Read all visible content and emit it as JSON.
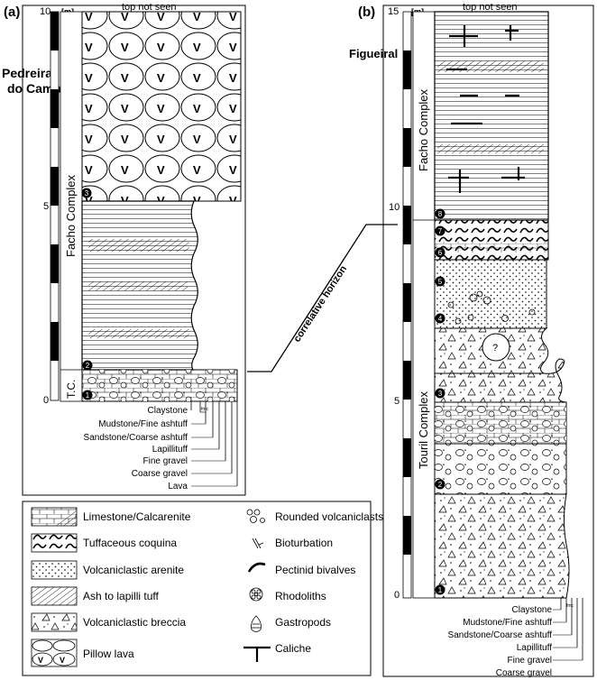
{
  "panel_a": {
    "label": "(a)",
    "location": "Pedreira do Campo",
    "location_line1": "Pedreira",
    "location_line2": "do Campo",
    "top_note": "top not seen",
    "unit": "[m]",
    "scale_ticks": [
      "10",
      "5",
      "0"
    ],
    "formation_upper": "Facho Complex",
    "formation_lower": "T.C.",
    "markers": [
      "1",
      "2",
      "3"
    ],
    "grain_scale_labels": [
      "Claystone",
      "Mudstone/Fine ashtuff",
      "Sandstone/Coarse ashtuff",
      "Lapillituff",
      "Fine gravel",
      "Coarse gravel",
      "Lava"
    ],
    "grain_abbrev": "fmc"
  },
  "panel_b": {
    "label": "(b)",
    "location": "Figueiral",
    "top_note": "top not seen",
    "unit": "[m]",
    "scale_ticks": [
      "15",
      "10",
      "5",
      "0"
    ],
    "formation_upper": "Facho Complex",
    "formation_lower": "Touril Complex",
    "markers": [
      "1",
      "2",
      "3",
      "4",
      "5",
      "6",
      "7",
      "8"
    ],
    "question_mark": "?",
    "grain_scale_labels": [
      "Claystone",
      "Mudstone/Fine ashtuff",
      "Sandstone/Coarse ashtuff",
      "Lapillituff",
      "Fine gravel",
      "Coarse gravel"
    ],
    "grain_abbrev": "fmc"
  },
  "correlation_label": "correlative horizon",
  "legend": {
    "left": [
      "Limestone/Calcarenite",
      "Tuffaceous coquina",
      "Volcaniclastic arenite",
      "Ash to lapilli tuff",
      "Volcaniclastic breccia",
      "Pillow lava"
    ],
    "right": [
      "Rounded volcaniclasts",
      "Bioturbation",
      "Pectinid bivalves",
      "Rhodoliths",
      "Gastropods",
      "Caliche"
    ]
  }
}
